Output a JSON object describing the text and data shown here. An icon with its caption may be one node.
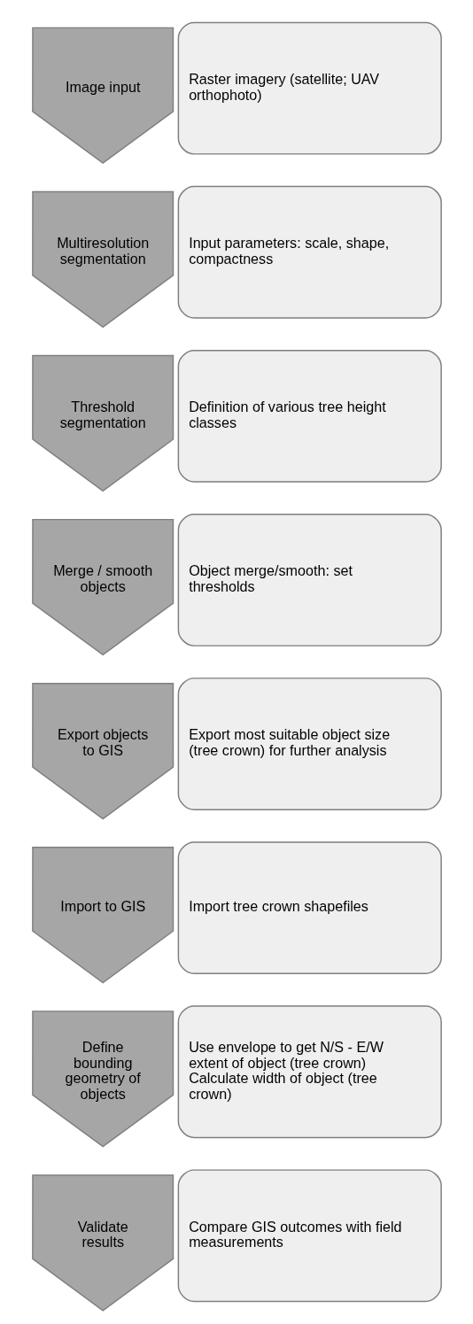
{
  "diagram": {
    "nodes": [
      {
        "text": [
          "Image input"
        ]
      },
      {
        "text": [
          "Raster imagery (satellite; UAV orthophoto)"
        ]
      },
      {
        "text": [
          "Multiresolution segmentation"
        ]
      },
      {
        "text": [
          "Input parameters: scale, shape, compactness"
        ]
      },
      {
        "text": [
          "Threshold segmentation"
        ]
      },
      {
        "text": [
          "Definition of various tree height classes"
        ]
      },
      {
        "text": [
          "Merge / smooth objects"
        ]
      },
      {
        "text": [
          "Object merge/smooth: set thresholds"
        ]
      },
      {
        "text": [
          "Export objects to GIS"
        ]
      },
      {
        "text": [
          "Export most suitable object size (tree crown) for further analysis"
        ]
      },
      {
        "text": [
          "Import to GIS"
        ]
      },
      {
        "text": [
          "Import tree crown shapefiles"
        ]
      },
      {
        "text": [
          "Define bounding geometry of objects"
        ]
      },
      {
        "text": [
          "Use envelope to get N/S - E/W extent of object (tree crown)",
          "Calculate width of object (tree crown)"
        ]
      },
      {
        "text": [
          "Validate results"
        ]
      },
      {
        "text": [
          "Compare GIS outcomes with field measurements"
        ]
      }
    ]
  }
}
